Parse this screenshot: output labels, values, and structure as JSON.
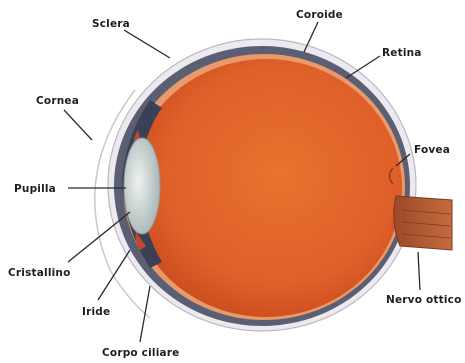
{
  "figure": {
    "labels": {
      "sclera": "Sclera",
      "coroide": "Coroide",
      "retina": "Retina",
      "cornea": "Cornea",
      "fovea": "Fovea",
      "pupilla": "Pupilla",
      "cristallino": "Cristallino",
      "iride": "Iride",
      "nervo_ottico": "Nervo ottico",
      "corpo_ciliare": "Corpo ciliare"
    },
    "colors": {
      "vitreous": "#e3632a",
      "vitreous_edge": "#c8461a",
      "choroid": "#5a5f74",
      "sclera": "#d8d4dc",
      "retina_band": "#e89a6a",
      "lens": "#c9d3d2",
      "iris": "#3a4056",
      "optic_nerve": "#b35a34"
    }
  }
}
